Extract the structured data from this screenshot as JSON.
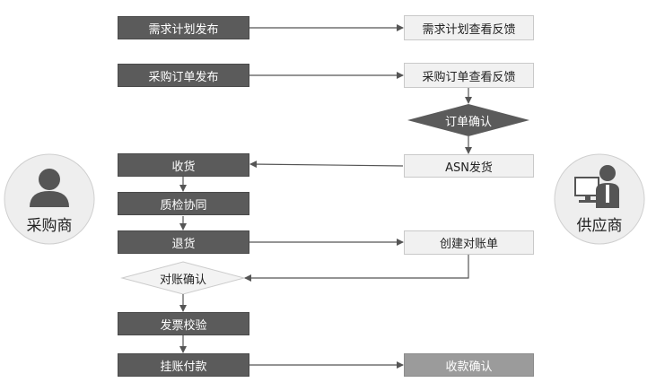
{
  "buyer": {
    "label": "采购商",
    "icon": "user-icon"
  },
  "supplier": {
    "label": "供应商",
    "icon": "computer-user-icon"
  },
  "buyer_steps": {
    "demand_plan_publish": "需求计划发布",
    "po_publish": "采购订单发布",
    "receiving": "收货",
    "qc_collab": "质检协同",
    "return_goods": "退货",
    "reconcile_confirm": "对账确认",
    "invoice_verify": "发票校验",
    "post_payment": "挂账付款"
  },
  "supplier_steps": {
    "demand_plan_view": "需求计划查看反馈",
    "po_view": "采购订单查看反馈",
    "order_confirm": "订单确认",
    "asn_ship": "ASN发货",
    "create_statement": "创建对账单",
    "payment_confirm": "收款确认"
  },
  "colors": {
    "dark": "#5b5b5b",
    "light": "#f1f1f1",
    "gray": "#9b9b9b",
    "diamond_dark": "#5b5b5b",
    "diamond_light": "#f3f3f3",
    "arrow": "#555555"
  }
}
